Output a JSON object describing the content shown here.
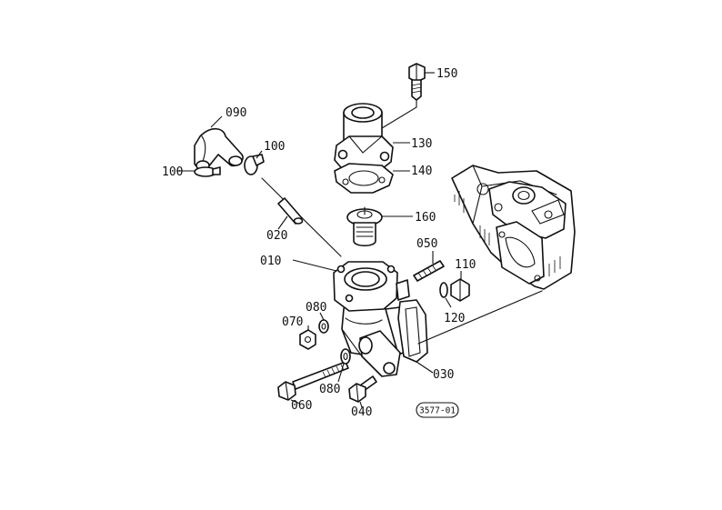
{
  "diagram": {
    "reference_code": "3577-01",
    "callouts": [
      {
        "id": "150",
        "label": "150"
      },
      {
        "id": "090",
        "label": "090"
      },
      {
        "id": "100a",
        "label": "100"
      },
      {
        "id": "100b",
        "label": "100"
      },
      {
        "id": "130",
        "label": "130"
      },
      {
        "id": "140",
        "label": "140"
      },
      {
        "id": "160",
        "label": "160"
      },
      {
        "id": "020",
        "label": "020"
      },
      {
        "id": "010",
        "label": "010"
      },
      {
        "id": "050",
        "label": "050"
      },
      {
        "id": "110",
        "label": "110"
      },
      {
        "id": "120",
        "label": "120"
      },
      {
        "id": "080a",
        "label": "080"
      },
      {
        "id": "070",
        "label": "070"
      },
      {
        "id": "080b",
        "label": "080"
      },
      {
        "id": "030",
        "label": "030"
      },
      {
        "id": "060",
        "label": "060"
      },
      {
        "id": "040",
        "label": "040"
      }
    ]
  },
  "colors": {
    "ink": "#111111",
    "paper": "#ffffff"
  }
}
